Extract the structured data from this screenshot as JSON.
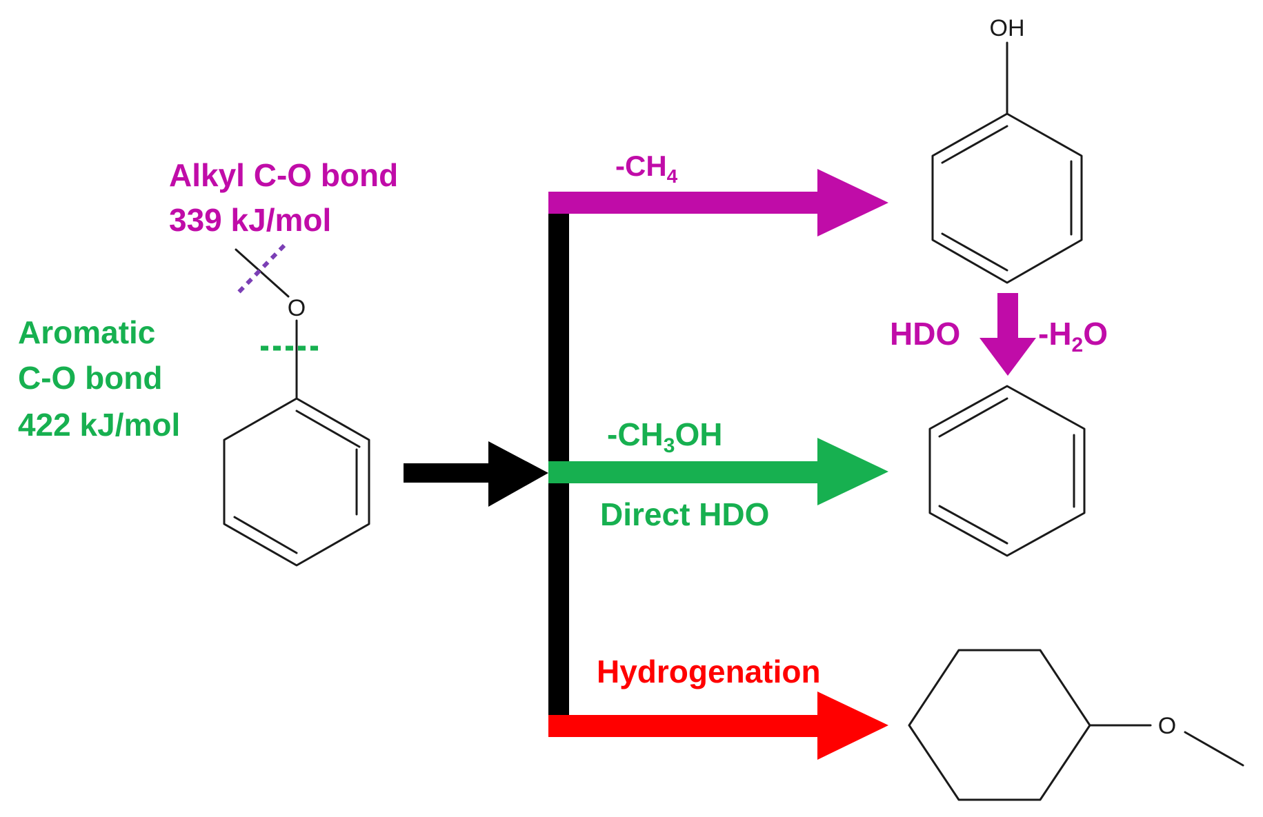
{
  "colors": {
    "alkyl": "#c00ca8",
    "aromatic": "#17b050",
    "hydrogenation": "#ff0000",
    "cleavage_alkyl": "#7b3fb5",
    "main": "#000000",
    "bond": "#1a1a1a"
  },
  "labels": {
    "alkyl_bond": {
      "line1": "Alkyl C-O bond",
      "line2": "339 kJ/mol"
    },
    "aromatic_bond": {
      "line1": "Aromatic",
      "line2": "C-O bond",
      "line3": "422 kJ/mol"
    },
    "demethylation": {
      "prefix": "-CH",
      "sub": "4"
    },
    "demethoxylation": {
      "prefix": "-CH",
      "sub": "3",
      "suffix": "OH"
    },
    "direct_hdo": "Direct HDO",
    "hydrogenation": "Hydrogenation",
    "hdo": "HDO",
    "dehydration": {
      "prefix": "-H",
      "sub": "2",
      "suffix": "O"
    }
  },
  "atoms": {
    "anisole_oxygen": "O",
    "phenol_hydroxyl": "OH",
    "ether_oxygen": "O"
  },
  "molecules": {
    "reactant": "anisole",
    "product_top": "phenol",
    "product_middle": "benzene",
    "product_bottom": "methoxycyclohexane"
  }
}
